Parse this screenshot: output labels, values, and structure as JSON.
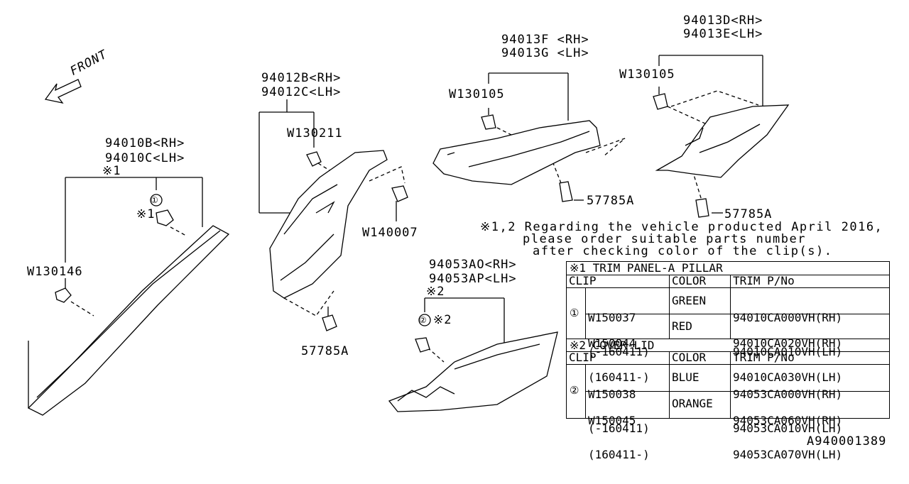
{
  "front_label": "FRONT",
  "diagram_id": "A940001389",
  "parts": {
    "a_pillar": {
      "rh": "94010B<RH>",
      "lh": "94010C<LH>",
      "ref": "※1",
      "clip_callout": "①",
      "clip_mark": "※1",
      "clip_part": "W130146"
    },
    "b_pillar": {
      "rh": "94012B<RH>",
      "lh": "94012C<LH>",
      "clip1": "W130211",
      "clip2": "W140007",
      "screw": "57785A"
    },
    "c_pillar_f": {
      "rh": "94013F <RH>",
      "lh": "94013G <LH>",
      "clip": "W130105",
      "screw": "57785A"
    },
    "c_pillar_d": {
      "rh": "94013D<RH>",
      "lh": "94013E<LH>",
      "clip": "W130105",
      "screw": "57785A"
    },
    "cover_lid": {
      "rh": "94053AO<RH>",
      "lh": "94053AP<LH>",
      "ref": "※2",
      "clip_callout": "②",
      "clip_mark": "※2"
    }
  },
  "note": {
    "line1": "※1,2 Regarding the vehicle producted April 2016,",
    "line2": "please order suitable parts number",
    "line3": "after checking color of the clip(s)."
  },
  "table": {
    "sec1_title": "※1 TRIM PANEL-A PILLAR",
    "sec2_title": "※2 COVER-LID",
    "h_clip": "CLIP",
    "h_color": "COLOR",
    "h_trim": "TRIM P/No",
    "sec1": {
      "mark": "①",
      "r1_part": "W150037",
      "r1_range": "(-160411)",
      "r1_color": "GREEN",
      "r1_trim_rh": "94010CA000VH(RH)",
      "r1_trim_lh": "94010CA010VH(LH)",
      "r2_part": "W150044",
      "r2_range": "(160411-)",
      "r2_color": "RED",
      "r2_trim_rh": "94010CA020VH(RH)",
      "r2_trim_lh": "94010CA030VH(LH)"
    },
    "sec2": {
      "mark": "②",
      "r1_part": "W150038",
      "r1_range": "(-160411)",
      "r1_color": "BLUE",
      "r1_trim_rh": "94053CA000VH(RH)",
      "r1_trim_lh": "94053CA010VH(LH)",
      "r2_part": "W150045",
      "r2_range": "(160411-)",
      "r2_color": "ORANGE",
      "r2_trim_rh": "94053CA060VH(RH)",
      "r2_trim_lh": "94053CA070VH(LH)"
    }
  }
}
